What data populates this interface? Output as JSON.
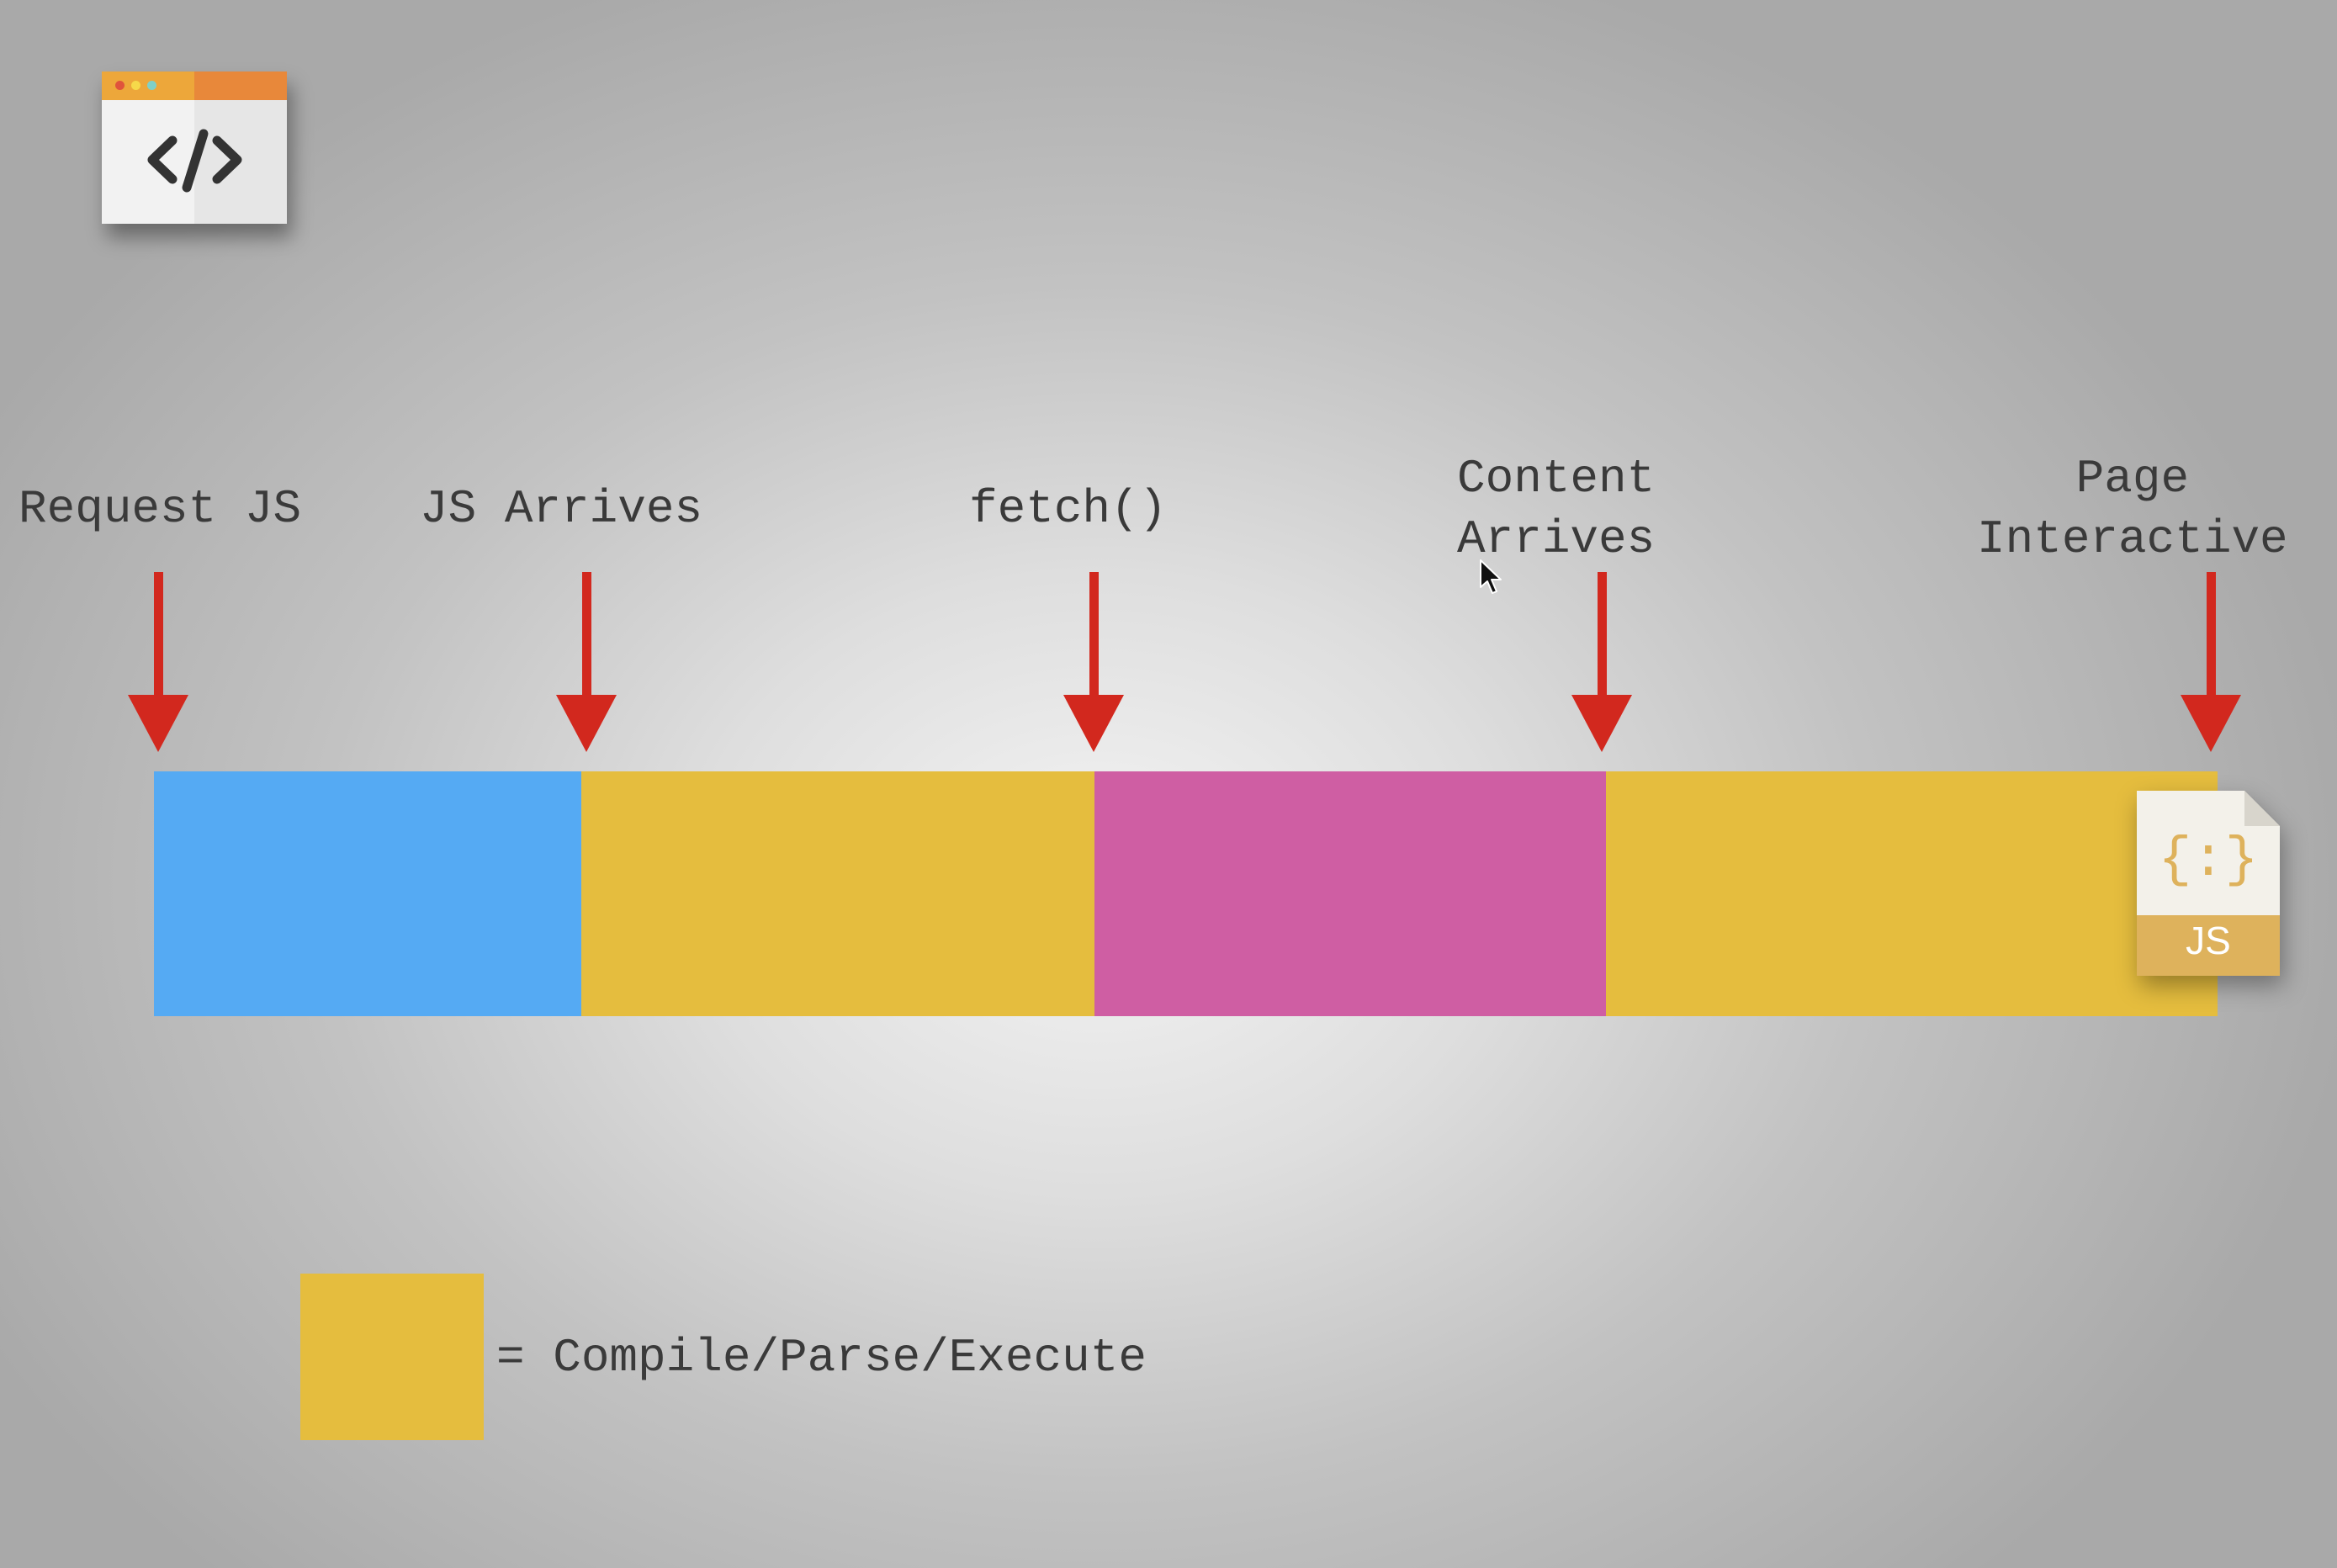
{
  "milestones": [
    {
      "label": "Request JS"
    },
    {
      "label": "JS Arrives"
    },
    {
      "label": "fetch()"
    },
    {
      "label": "Content\nArrives"
    },
    {
      "label": "Page\nInteractive"
    }
  ],
  "segments": [
    {
      "phase": "request",
      "color": "#55aaf3"
    },
    {
      "phase": "compile-parse-execute",
      "color": "#e5bd3e"
    },
    {
      "phase": "fetch",
      "color": "#cf5ea3"
    },
    {
      "phase": "compile-parse-execute",
      "color": "#e5bd3e"
    }
  ],
  "arrow_color": "#d2281e",
  "legend": {
    "color": "#e5bd3e",
    "text": "= Compile/Parse/Execute"
  },
  "file_icon": {
    "glyph": "{:}",
    "label": "JS",
    "band_color": "#deb25c"
  },
  "icons": {
    "browser": "browser-code-window-icon",
    "file": "javascript-file-icon",
    "cursor": "mouse-pointer-icon"
  }
}
